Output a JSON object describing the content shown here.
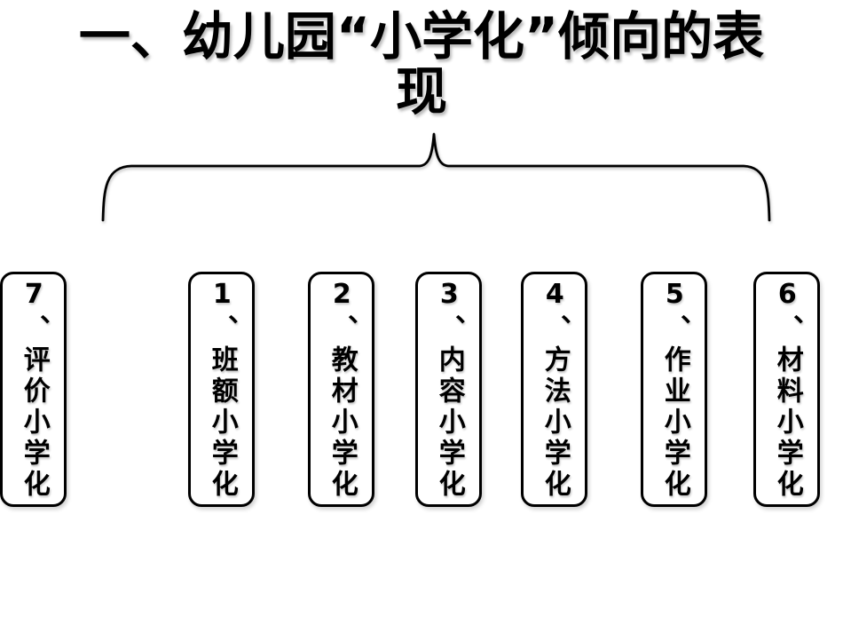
{
  "title": {
    "line1": "一、幼儿园“小学化”倾向的表",
    "line2": "现",
    "full_text": "一、幼儿园“小学化”倾向的表现"
  },
  "brace": {
    "shape": "horizontal-curly-brace-pointing-up",
    "color": "#000000"
  },
  "boxes": [
    {
      "text": "1、班额小学化"
    },
    {
      "text": "2、教材小学化"
    },
    {
      "text": "3、内容小学化"
    },
    {
      "text": "4、方法小学化"
    },
    {
      "text": "5、作业小学化"
    },
    {
      "text": "6、材料小学化"
    },
    {
      "text": "7、评价小学化"
    }
  ],
  "colors": {
    "background": "#ffffff",
    "text": "#000000",
    "box_border": "#000000",
    "box_fill": "#ffffff"
  }
}
